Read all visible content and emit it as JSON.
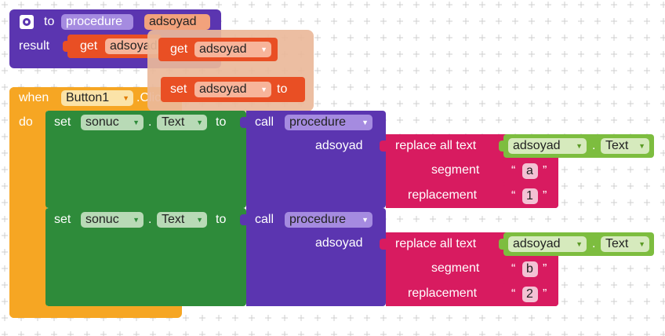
{
  "proc_def": {
    "to_label": "to",
    "name": "procedure",
    "param": "adsoyad",
    "result_label": "result",
    "get_label": "get",
    "get_var": "adsoyad"
  },
  "drag": {
    "get_label": "get",
    "get_var": "adsoyad",
    "set_label": "set",
    "set_var": "adsoyad",
    "to_label": "to"
  },
  "event": {
    "when_label": "when",
    "component": "Button1",
    "event_suffix": ".Clic",
    "do_label": "do"
  },
  "rows": [
    {
      "set_label": "set",
      "component": "sonuc",
      "dot": ".",
      "property": "Text",
      "to_label": "to",
      "call_label": "call",
      "proc": "procedure",
      "arg_label": "adsoyad",
      "replace_label": "replace all text",
      "src_component": "adsoyad",
      "src_property": "Text",
      "segment_label": "segment",
      "segment_value": "a",
      "replacement_label": "replacement",
      "replacement_value": "1"
    },
    {
      "set_label": "set",
      "component": "sonuc",
      "dot": ".",
      "property": "Text",
      "to_label": "to",
      "call_label": "call",
      "proc": "procedure",
      "arg_label": "adsoyad",
      "replace_label": "replace all text",
      "src_component": "adsoyad",
      "src_property": "Text",
      "segment_label": "segment",
      "segment_value": "b",
      "replacement_label": "replacement",
      "replacement_value": "2"
    }
  ],
  "quote_open": "“",
  "quote_close": "”",
  "dropdown_arrow": "▼",
  "colors": {
    "procedure": "#5b35b0",
    "event": "#f6a623",
    "setter": "#2e8b3a",
    "variable": "#e94f24",
    "text": "#d81b60",
    "component_getter": "#7dbd3f"
  },
  "icons": {
    "mutator": "gear-icon"
  }
}
